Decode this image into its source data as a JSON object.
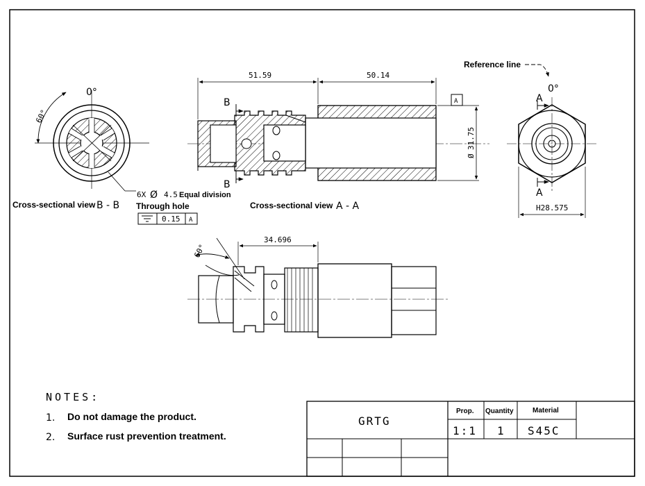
{
  "views": {
    "section_b": {
      "caption": "Cross-sectional view",
      "letters": "B - B",
      "angle_top": "0°",
      "angle_side": "60°",
      "hole_note": "6X",
      "hole_dia": "4.5",
      "hole_division": "Equal division",
      "through_hole": "Through hole",
      "tolerance": "0.15",
      "datum": "A"
    },
    "section_a": {
      "caption": "Cross-sectional view",
      "letters": "A - A",
      "dim_left": "51.59",
      "dim_right": "50.14",
      "dim_dia": "31.75",
      "cut_label_top": "B",
      "cut_label_bottom": "B",
      "datum_box": "A"
    },
    "end_view": {
      "reference_line": "Reference line",
      "angle": "0°",
      "cut_label_top": "A",
      "cut_label_bottom": "A",
      "hex_dim": "H28.575"
    },
    "side_view": {
      "angle": "60°",
      "dim_top": "34.696"
    }
  },
  "notes": {
    "title": "NOTES:",
    "items": [
      {
        "num": "1.",
        "text": "Do not damage the product."
      },
      {
        "num": "2.",
        "text": "Surface rust prevention treatment."
      }
    ]
  },
  "title_block": {
    "part_name": "GRTG",
    "prop_label": "Prop.",
    "prop_value": "1:1",
    "quantity_label": "Quantity",
    "quantity_value": "1",
    "material_label": "Material",
    "material_value": "S45C"
  }
}
